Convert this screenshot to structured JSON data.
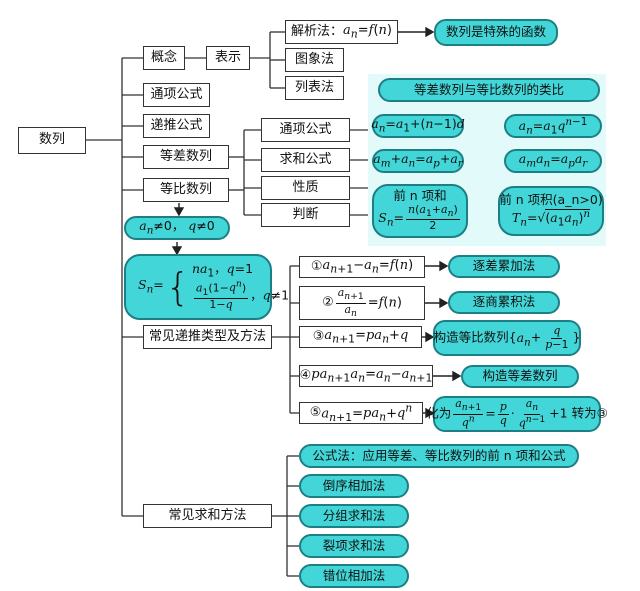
{
  "root": "数列",
  "level1": {
    "concept": "概念",
    "general_term": "通项公式",
    "recurrence": "递推公式",
    "arithmetic": "等差数列",
    "geometric": "等比数列",
    "recurrence_types": "常见递推类型及方法",
    "summation_methods": "常见求和方法"
  },
  "representation": {
    "label": "表示",
    "methods": [
      "解析法：",
      "图象法",
      "列表法"
    ],
    "analytic_formula": "a_n = f(n)",
    "special_function": "数列是特殊的函数"
  },
  "properties": {
    "items": [
      "通项公式",
      "求和公式",
      "性质",
      "判断"
    ],
    "analogy_title": "等差数列与等比数列的类比",
    "arith_general": "a_n = a_1 + (n−1)d",
    "geom_general": "a_n = a_1 q^{n−1}",
    "arith_property": "a_m + a_n = a_p + a_r",
    "geom_property": "a_m a_n = a_p a_r",
    "arith_sum_title": "前 n 项和",
    "arith_sum_formula": "S_n = n(a_1 + a_n) / 2",
    "geom_prod_title": "前 n 项积(a_n>0)",
    "geom_prod_formula": "T_n = √((a_1 a_n)^n)"
  },
  "geometric_conditions": {
    "text": "a_n ≠ 0， q ≠ 0",
    "sum_case1": "na_1，q = 1",
    "sum_case2": "a_1(1 − q^n) / (1 − q)，q ≠ 1"
  },
  "recurrence_types": [
    {
      "num": "①",
      "formula": "a_{n+1} − a_n = f(n)",
      "method": "逐差累加法"
    },
    {
      "num": "②",
      "formula": "a_{n+1} / a_n = f(n)",
      "method": "逐商累积法"
    },
    {
      "num": "③",
      "formula": "a_{n+1} = pa_n + q",
      "method": "构造等比数列{a_n + q/(p−1)}"
    },
    {
      "num": "④",
      "formula": "pa_{n+1}a_n = a_n − a_{n+1}",
      "method": "构造等差数列"
    },
    {
      "num": "⑤",
      "formula": "a_{n+1} = pa_n + q^n",
      "method": "化为 a_{n+1}/q^n = p/q · a_n/q^{n−1} + 1 转为③"
    }
  ],
  "summation_methods": [
    "公式法：应用等差、等比数列的前 n 项和公式",
    "倒序相加法",
    "分组求和法",
    "裂项求和法",
    "错位相加法"
  ],
  "colors": {
    "pill_fill": "#43d6d8",
    "pill_border": "#1b7f84",
    "region": "#e3fafa",
    "line": "#333333"
  }
}
